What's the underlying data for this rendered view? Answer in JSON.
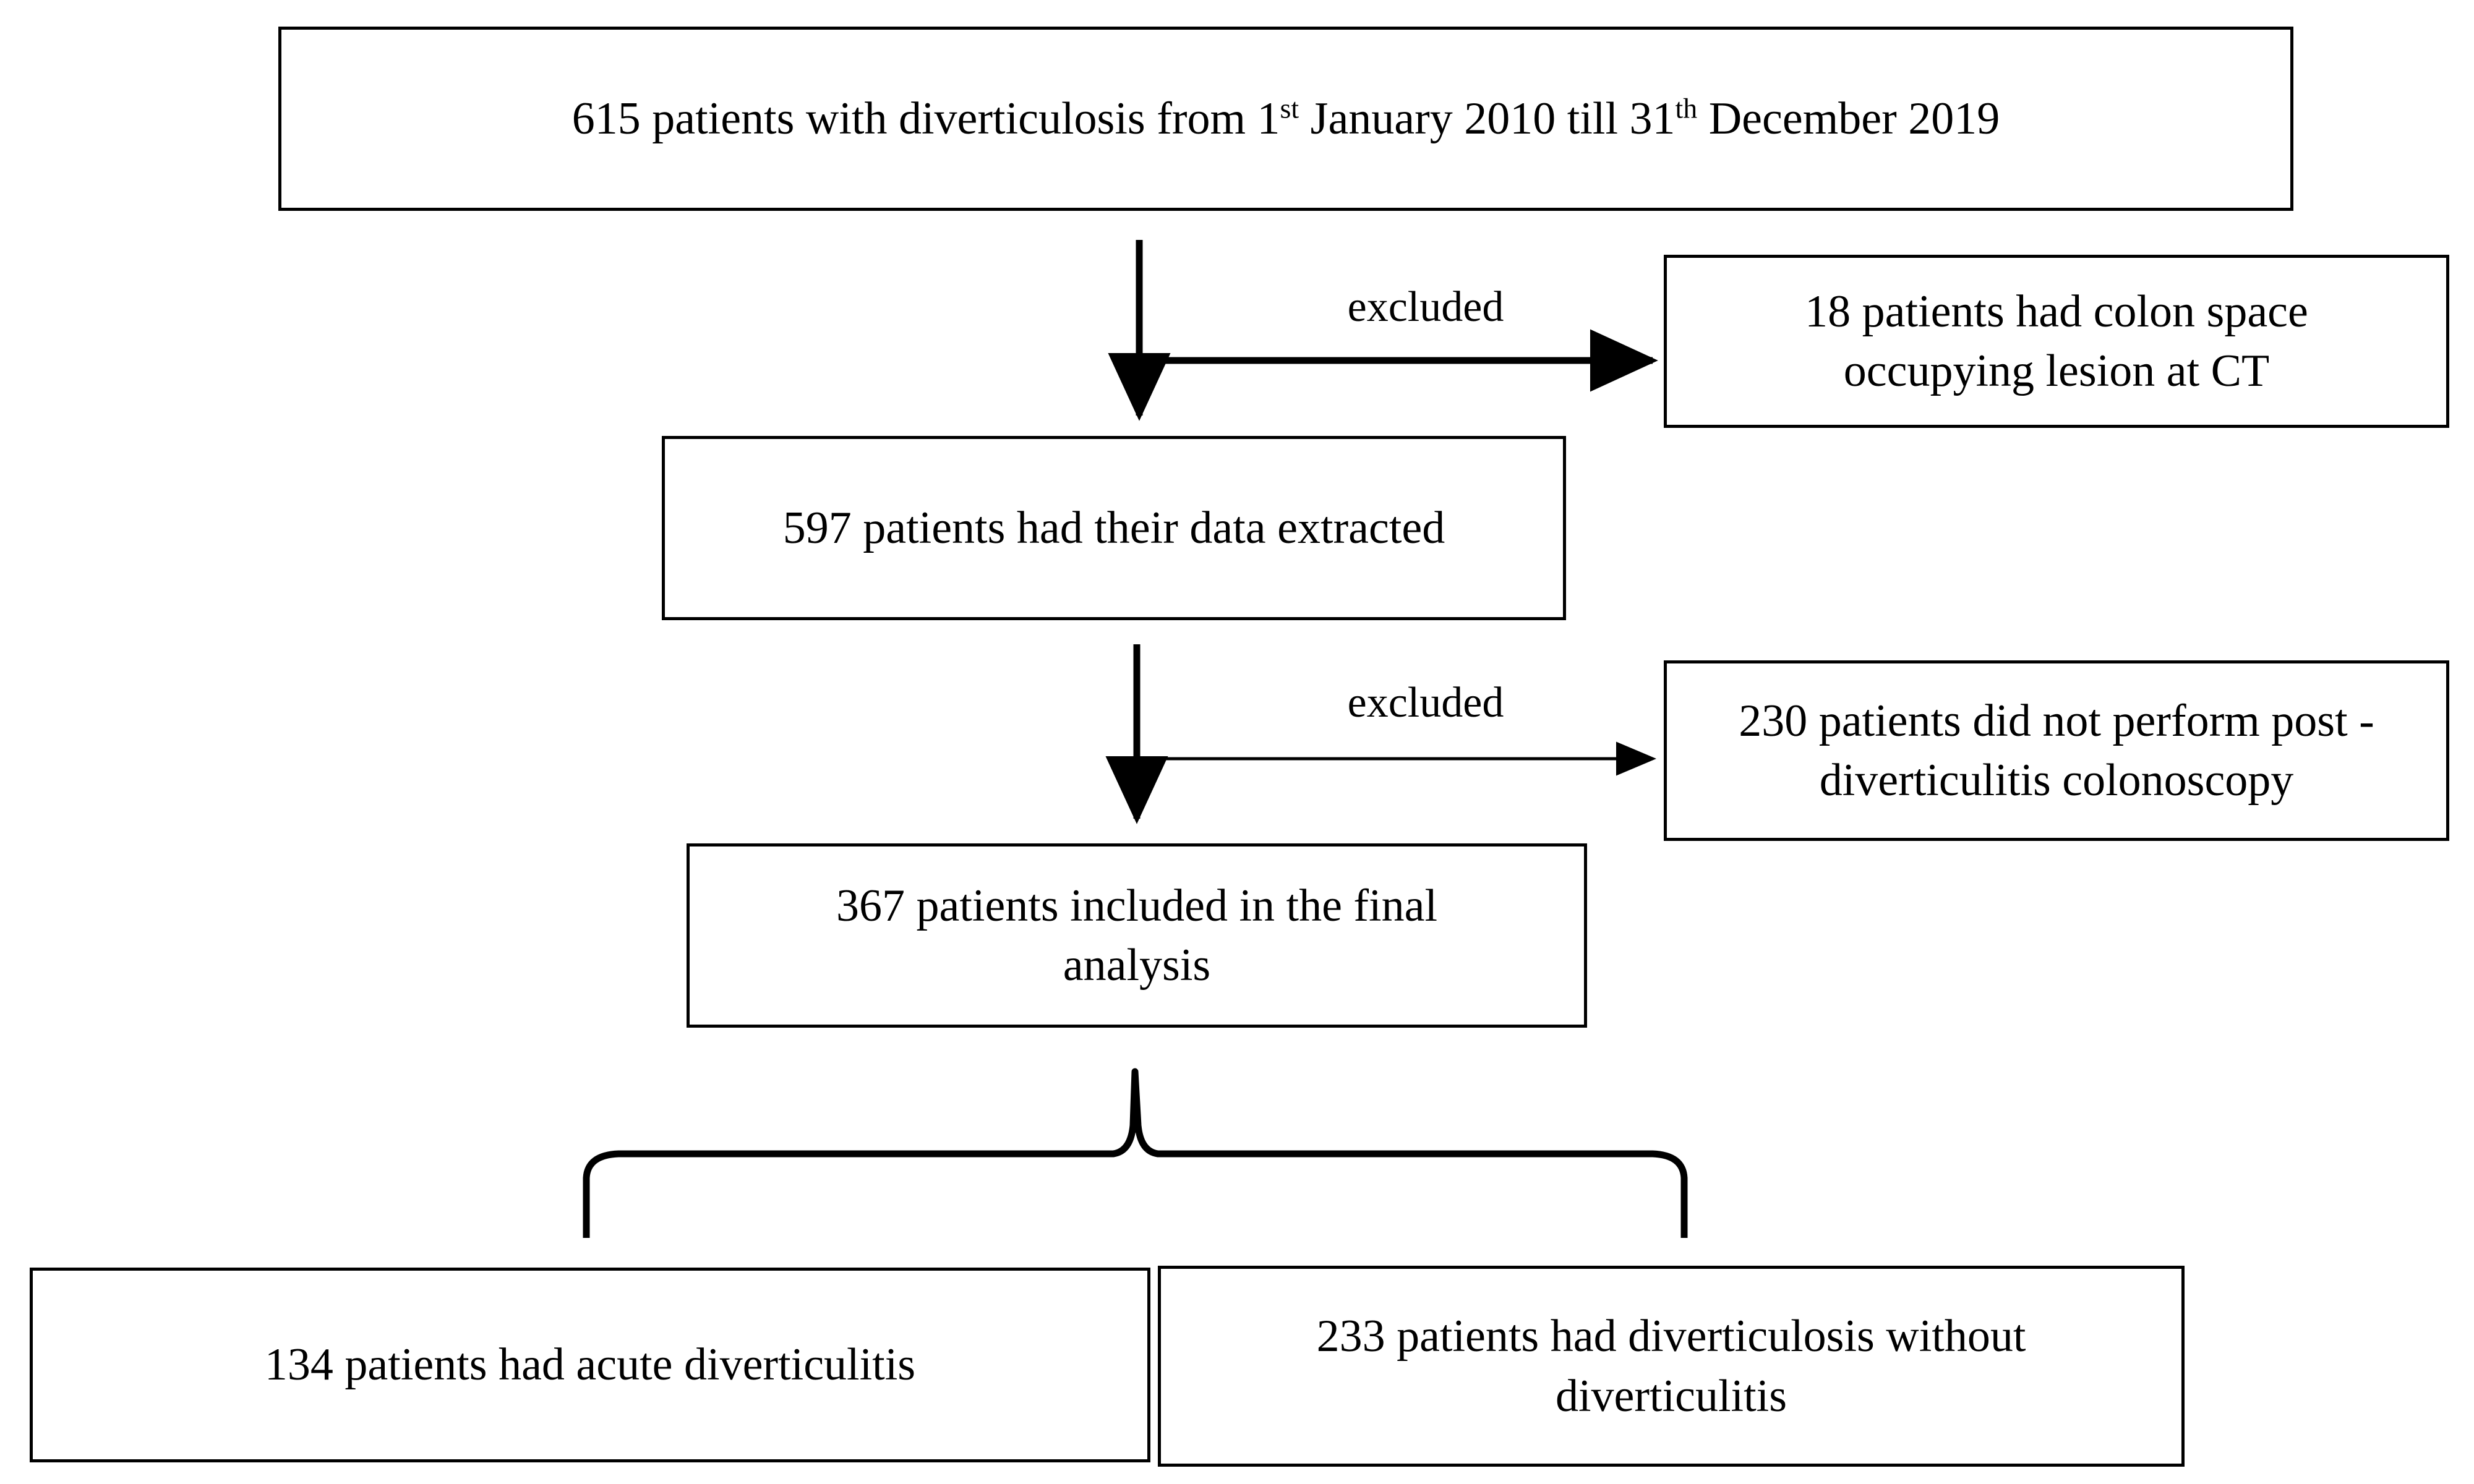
{
  "figure": {
    "type": "flowchart",
    "orientation": "top-down",
    "background_color": "#ffffff",
    "line_color": "#000000"
  },
  "nodes": {
    "cohort": {
      "id": "cohort",
      "count": 615,
      "text_before": "615 patients with diverticulosis from   1",
      "sup1": "st",
      "text_mid": " January 2010 till  31",
      "sup2": "th",
      "text_after": " December 2019",
      "plain_text": "615 patients with diverticulosis from  1st January 2010 till 31th December 2019"
    },
    "excluded_ct": {
      "id": "excluded-ct",
      "count": 18,
      "line1": "18 patients had colon space",
      "line2": "occupying lesion at CT",
      "plain_text": "18 patients had colon space occupying lesion at CT"
    },
    "extracted": {
      "id": "extracted",
      "count": 597,
      "line1": "597 patients had their data extracted",
      "plain_text": "597 patients had their data extracted"
    },
    "excluded_colonoscopy": {
      "id": "excluded-colonoscopy",
      "count": 230,
      "line1": "230 patients  did not  perform post -",
      "line2": "diverticulitis colonoscopy",
      "plain_text": "230 patients did not perform post-diverticulitis colonoscopy"
    },
    "final_analysis": {
      "id": "final-analysis",
      "count": 367,
      "line1": "367 patients included in the final",
      "line2": "analysis",
      "plain_text": "367 patients included in the final analysis"
    },
    "acute_diverticulitis": {
      "id": "acute-diverticulitis",
      "count": 134,
      "line1": "134 patients had acute diverticulitis",
      "plain_text": "134 patients had acute diverticulitis"
    },
    "without_diverticulitis": {
      "id": "without-diverticulitis",
      "count": 233,
      "line1": "233 patients had diverticulosis without",
      "line2": "diverticulitis",
      "plain_text": "233 patients had diverticulosis without diverticulitis"
    }
  },
  "edges": {
    "excluded_label_1": "excluded",
    "excluded_label_2": "excluded"
  }
}
